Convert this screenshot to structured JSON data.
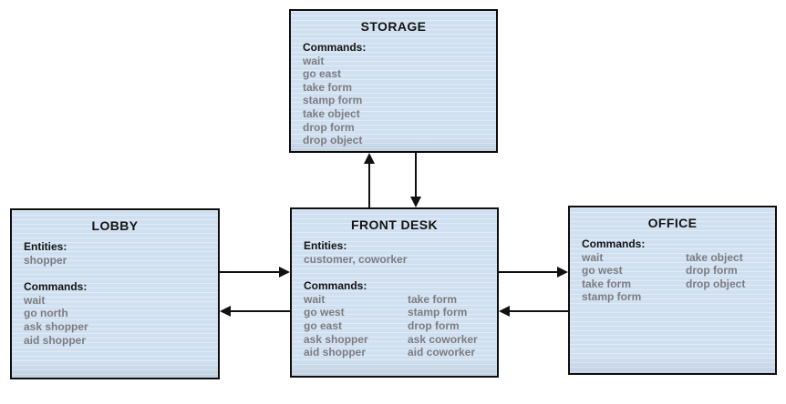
{
  "colors": {
    "background": "#ffffff",
    "box_fill": "#d0e0f1",
    "box_border": "#0e0e0e",
    "title_text": "#141414",
    "item_text": "#7c7c80",
    "arrow": "#111111"
  },
  "boxes": {
    "storage": {
      "title": "STORAGE",
      "commands_label": "Commands:",
      "commands": [
        "wait",
        "go east",
        "take form",
        "stamp form",
        "take object",
        "drop form",
        "drop object"
      ]
    },
    "lobby": {
      "title": "LOBBY",
      "entities_label": "Entities:",
      "entities": "shopper",
      "commands_label": "Commands:",
      "commands": [
        "wait",
        "go north",
        "ask shopper",
        "aid shopper"
      ]
    },
    "front_desk": {
      "title": "FRONT DESK",
      "entities_label": "Entities:",
      "entities": "customer, coworker",
      "commands_label": "Commands:",
      "commands_col1": [
        "wait",
        "go west",
        "go east",
        "ask shopper",
        "aid shopper"
      ],
      "commands_col2": [
        "take form",
        "stamp form",
        "drop form",
        "ask coworker",
        "aid coworker"
      ]
    },
    "office": {
      "title": "OFFICE",
      "commands_label": "Commands:",
      "commands_col1": [
        "wait",
        "go west",
        "take form",
        "stamp form"
      ],
      "commands_col2": [
        "take object",
        "drop form",
        "drop object"
      ]
    }
  },
  "connections": [
    {
      "from": "front_desk",
      "to": "storage",
      "direction": "up"
    },
    {
      "from": "storage",
      "to": "front_desk",
      "direction": "down"
    },
    {
      "from": "lobby",
      "to": "front_desk",
      "direction": "right"
    },
    {
      "from": "front_desk",
      "to": "lobby",
      "direction": "left"
    },
    {
      "from": "front_desk",
      "to": "office",
      "direction": "right"
    },
    {
      "from": "office",
      "to": "front_desk",
      "direction": "left"
    }
  ]
}
